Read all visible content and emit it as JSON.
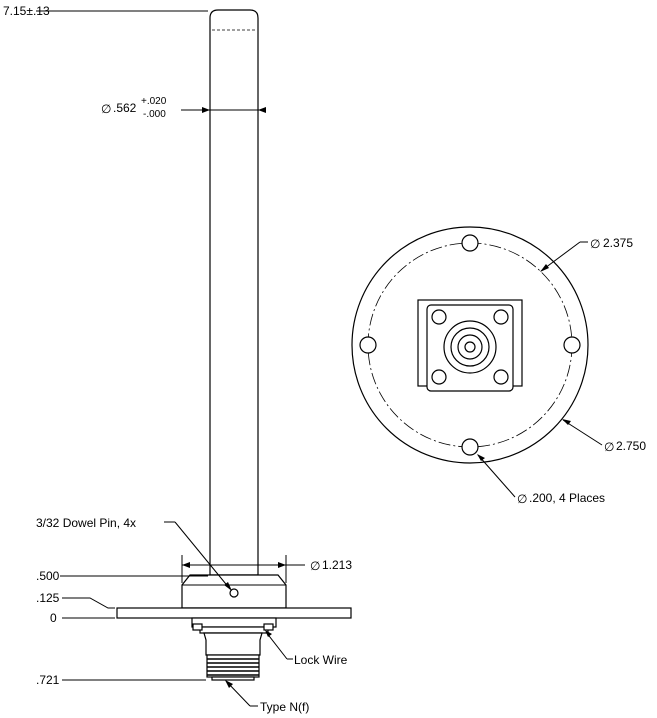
{
  "dimensions": {
    "overall_height": "7.15±.13",
    "whip_diameter_main": ".562",
    "whip_tol_plus": "+.020",
    "whip_tol_minus": "-.000",
    "base_diameter": "1.213",
    "bolt_circle_diameter": "2.375",
    "flange_diameter": "2.750",
    "hole_diameter_note": ".200, 4 Places",
    "elev_500": ".500",
    "elev_125": ".125",
    "elev_0": "0",
    "elev_721": ".721"
  },
  "callouts": {
    "dowel_pin": "3/32 Dowel Pin, 4x",
    "lock_wire": "Lock Wire",
    "connector": "Type N(f)"
  },
  "symbols": {
    "diameter": "∅"
  }
}
